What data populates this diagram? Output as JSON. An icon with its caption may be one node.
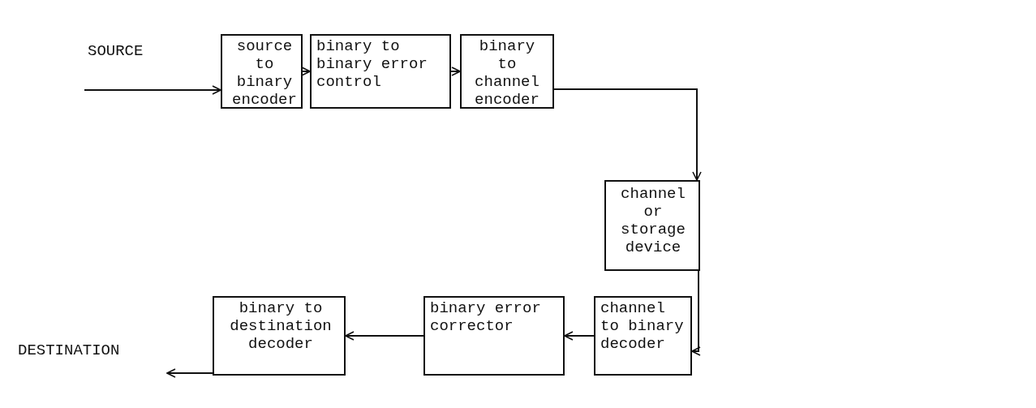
{
  "diagram": {
    "nodes": [
      {
        "text": [
          "SOURCE"
        ]
      },
      {
        "text": [
          "source to binary encoder"
        ]
      },
      {
        "text": [
          "binary to binary error control"
        ]
      },
      {
        "text": [
          "binary to channel encoder"
        ]
      },
      {
        "text": [
          "channel or storage device"
        ]
      },
      {
        "text": [
          "channel to binary decoder"
        ]
      },
      {
        "text": [
          "binary error corrector"
        ]
      },
      {
        "text": [
          "binary to destination decoder"
        ]
      },
      {
        "text": [
          "DESTINATION"
        ]
      }
    ],
    "edges": [
      {
        "from": 0,
        "to": 1,
        "arrow": "to"
      },
      {
        "from": 1,
        "to": 2,
        "arrow": "to"
      },
      {
        "from": 2,
        "to": 3,
        "arrow": "to"
      },
      {
        "from": 3,
        "to": 4,
        "arrow": "to"
      },
      {
        "from": 4,
        "to": 5,
        "arrow": "to"
      },
      {
        "from": 5,
        "to": 6,
        "arrow": "to"
      },
      {
        "from": 6,
        "to": 7,
        "arrow": "to"
      },
      {
        "from": 7,
        "to": 8,
        "arrow": "to"
      }
    ]
  }
}
